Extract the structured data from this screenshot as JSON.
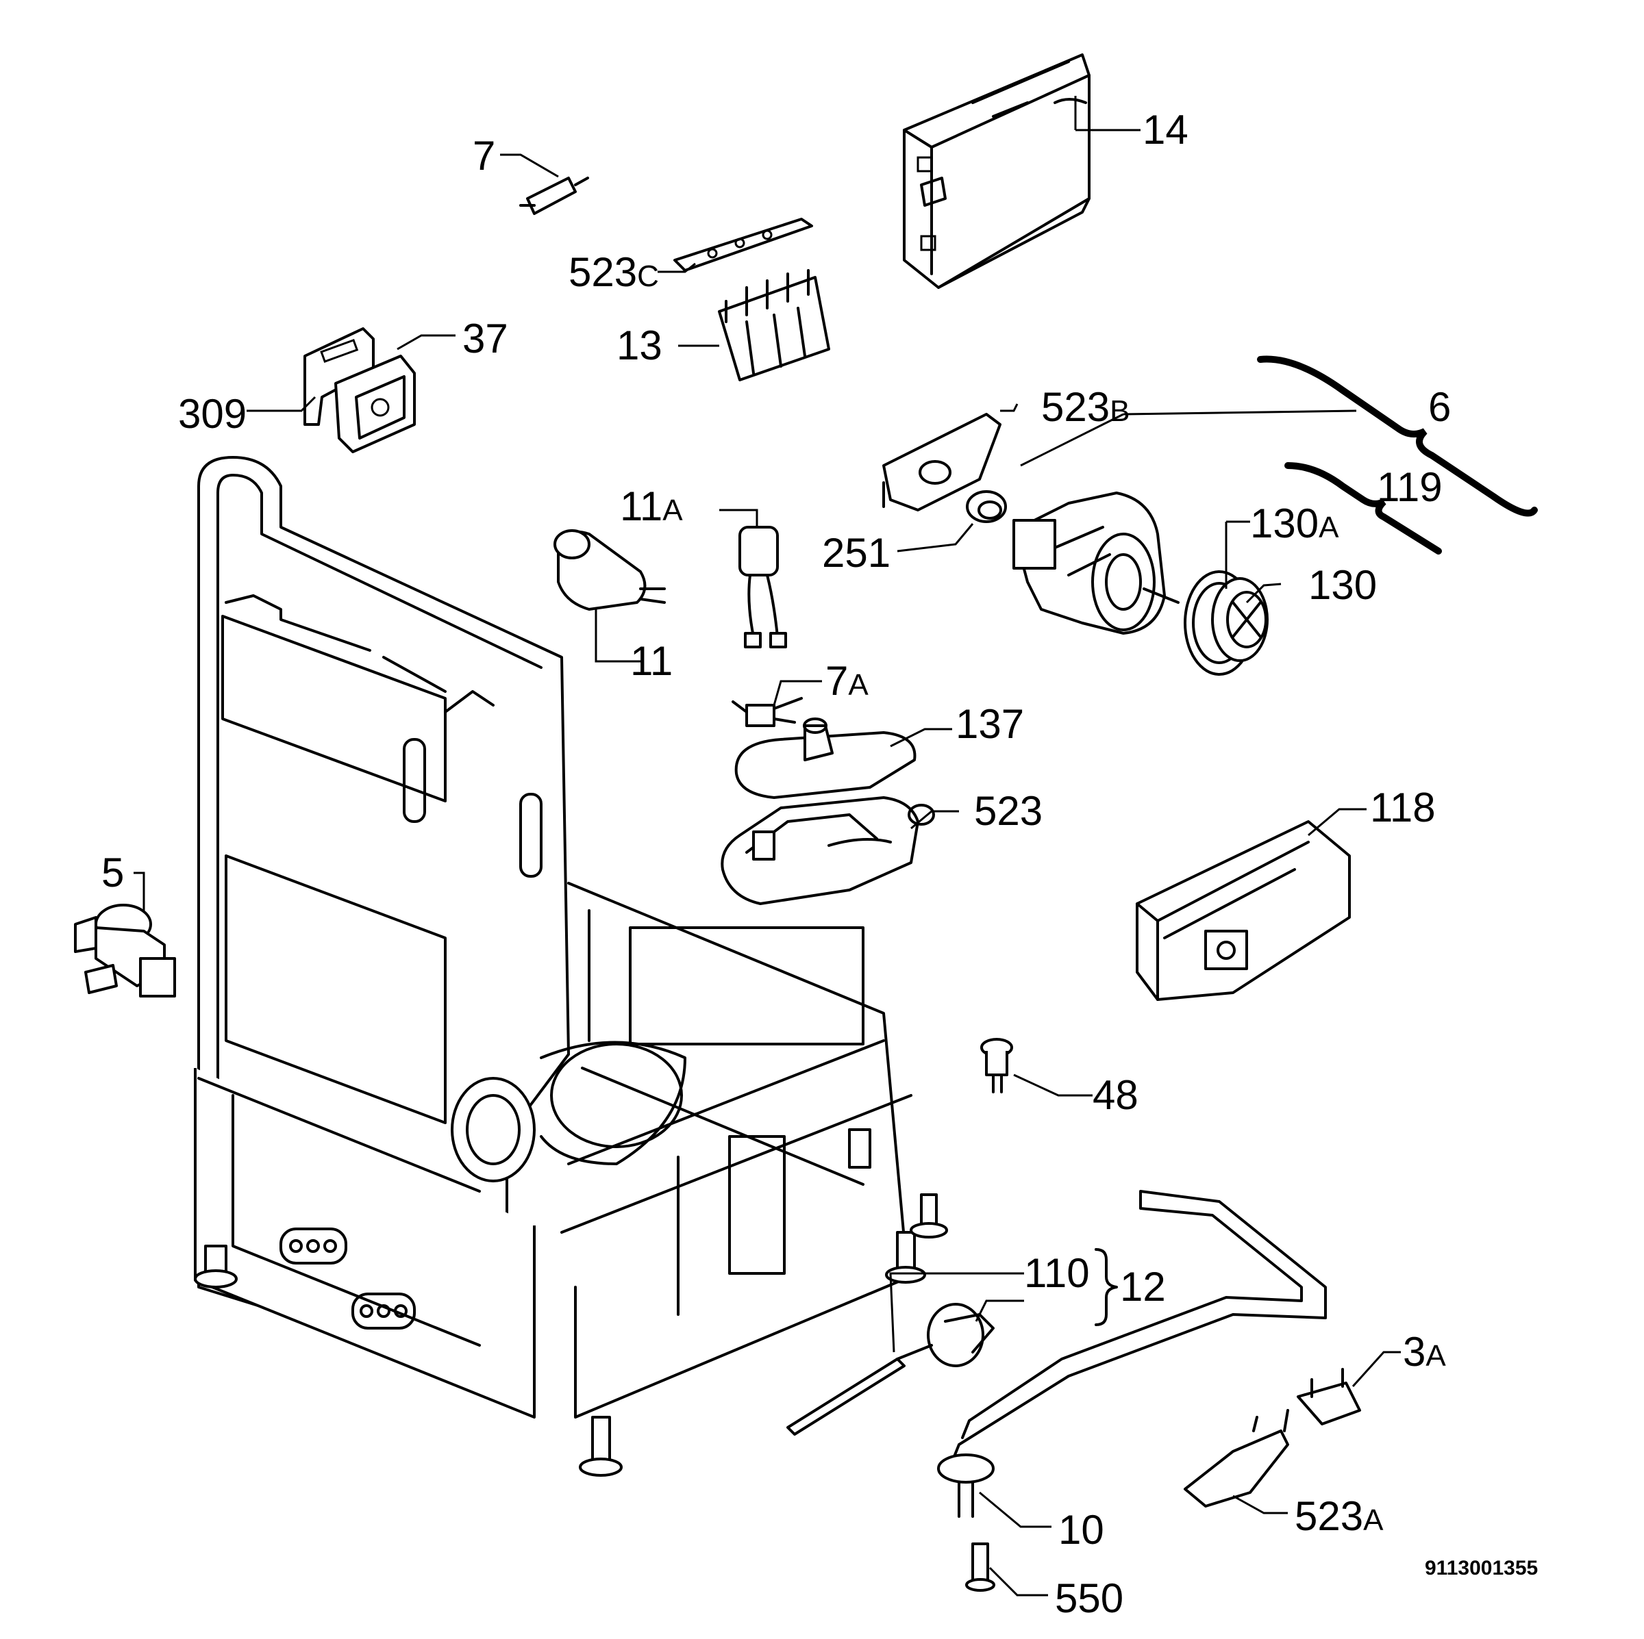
{
  "parts": [
    {
      "id": "p7",
      "label": "7"
    },
    {
      "id": "p14",
      "label": "14"
    },
    {
      "id": "p523c",
      "label": "523",
      "suffix": "C"
    },
    {
      "id": "p13",
      "label": "13"
    },
    {
      "id": "p37",
      "label": "37"
    },
    {
      "id": "p309",
      "label": "309"
    },
    {
      "id": "p523b",
      "label": "523",
      "suffix": "B"
    },
    {
      "id": "p6",
      "label": "6"
    },
    {
      "id": "p119",
      "label": "119"
    },
    {
      "id": "p11a",
      "label": "11",
      "suffix": "A"
    },
    {
      "id": "p251",
      "label": "251"
    },
    {
      "id": "p130a",
      "label": "130",
      "suffix": "A"
    },
    {
      "id": "p130",
      "label": "130"
    },
    {
      "id": "p11",
      "label": "11"
    },
    {
      "id": "p7a",
      "label": "7",
      "suffix": "A"
    },
    {
      "id": "p137",
      "label": "137"
    },
    {
      "id": "p523",
      "label": "523"
    },
    {
      "id": "p118",
      "label": "118"
    },
    {
      "id": "p5",
      "label": "5"
    },
    {
      "id": "p48",
      "label": "48"
    },
    {
      "id": "p110",
      "label": "110"
    },
    {
      "id": "p12",
      "label": "12"
    },
    {
      "id": "p3a",
      "label": "3",
      "suffix": "A"
    },
    {
      "id": "p10",
      "label": "10"
    },
    {
      "id": "p523a",
      "label": "523",
      "suffix": "A"
    },
    {
      "id": "p550",
      "label": "550"
    }
  ],
  "diagram_code": "9113001355"
}
